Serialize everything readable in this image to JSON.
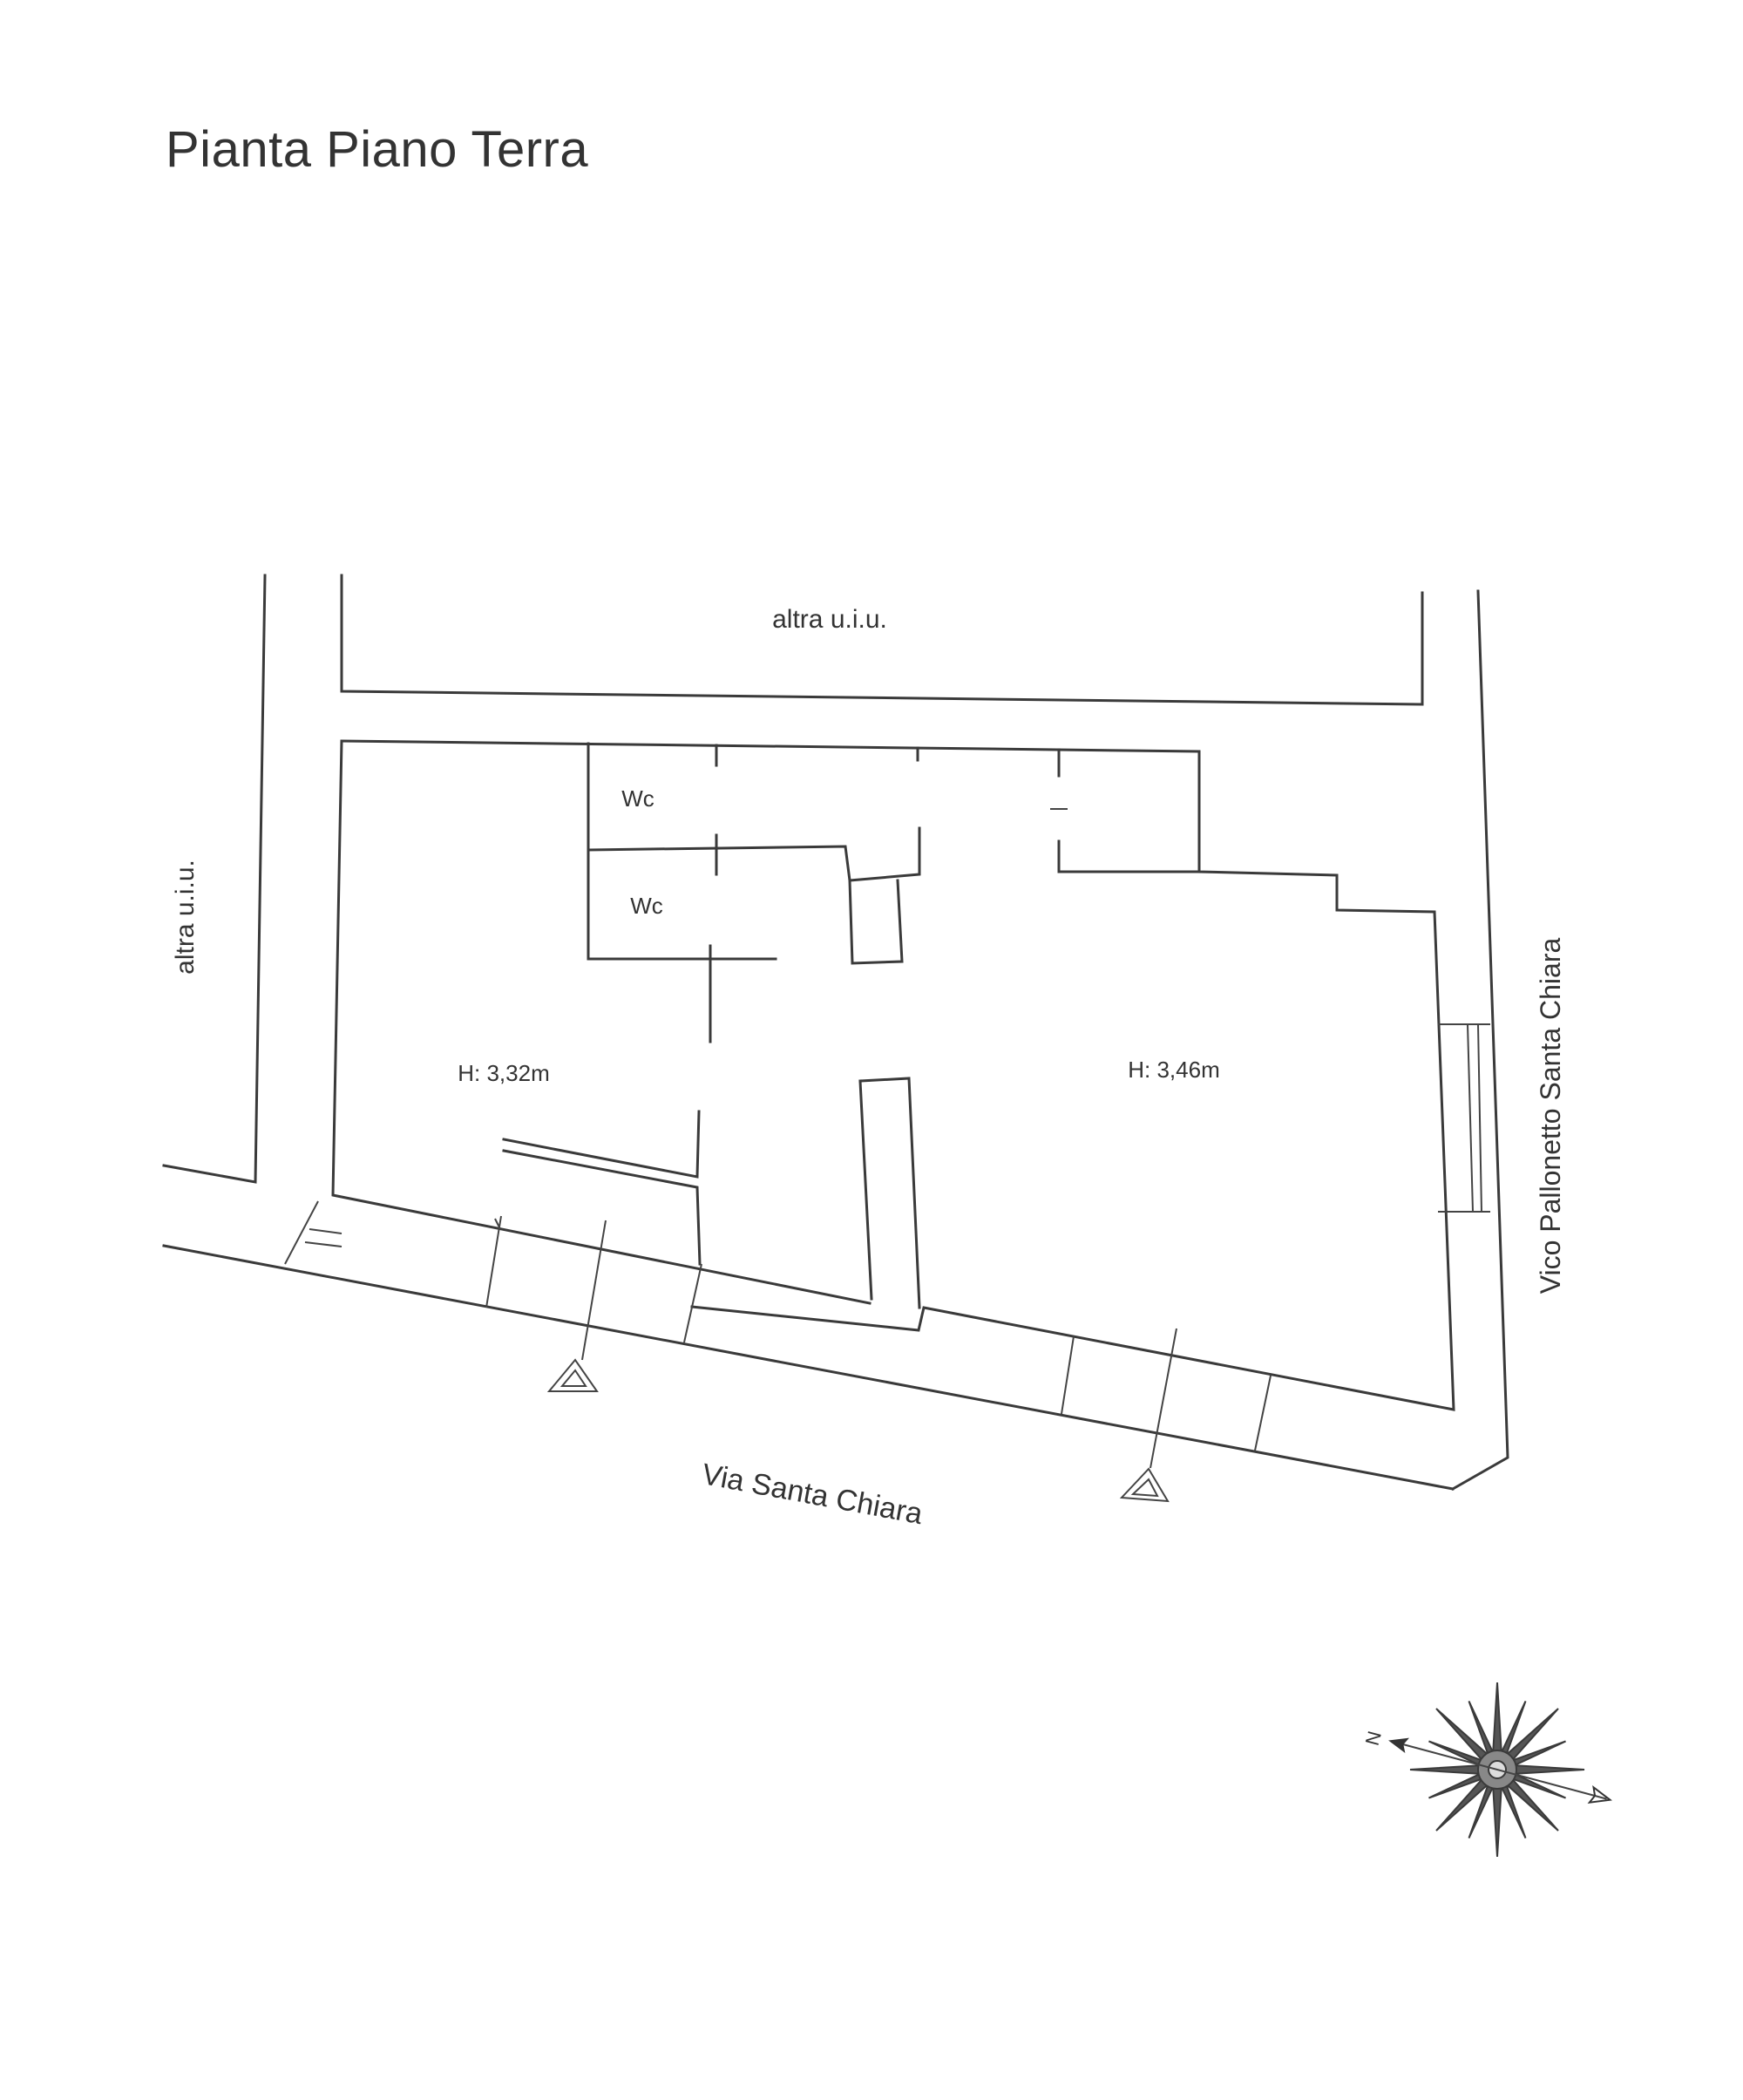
{
  "title": "Pianta Piano Terra",
  "labels": {
    "adjacent_top": "altra u.i.u.",
    "adjacent_left": "altra u.i.u.",
    "street_east": "Vico Pallonetto Santa Chiara",
    "street_south": "Via Santa Chiara"
  },
  "rooms": [
    {
      "label": "Wc"
    },
    {
      "label": "Wc"
    },
    {
      "label": "H: 3,32m"
    },
    {
      "label": "H: 3,46m"
    }
  ],
  "compass": {
    "north_label": "N"
  },
  "colors": {
    "line": "#3a3a3a",
    "text": "#333333",
    "background": "#ffffff"
  }
}
